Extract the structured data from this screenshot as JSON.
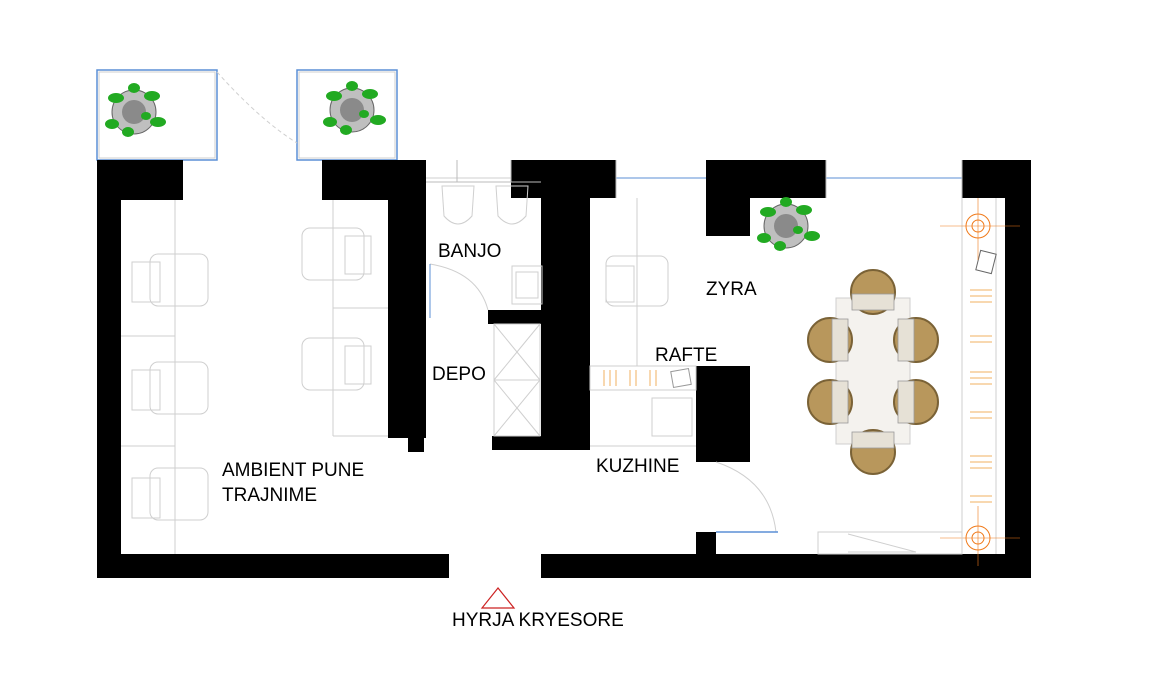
{
  "plan": {
    "labels": {
      "banjo": "BANJO",
      "depo": "DEPO",
      "zyra": "ZYRA",
      "rafte": "RAFTE",
      "kuzhine": "KUZHINE",
      "ambient_line1": "AMBIENT PUNE",
      "ambient_line2": "TRAJNIME",
      "entrance": "HYRJA KRYESORE"
    },
    "colors": {
      "wall": "#000000",
      "furniture_line": "#cfcfcf",
      "window": "#5b8fd6",
      "plant": "#22aa22",
      "chair": "#b8975c",
      "entrance_marker": "#cc2222",
      "column_marker": "#f07a1a"
    },
    "icons": [
      "plant-icon",
      "chair-icon",
      "entrance-triangle-icon",
      "column-marker-icon",
      "desk-icon",
      "toilet-icon",
      "sink-icon"
    ]
  }
}
